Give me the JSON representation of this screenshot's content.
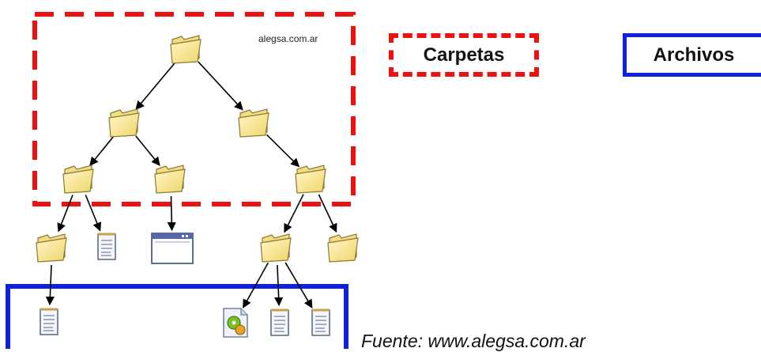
{
  "watermark": "alegsa.com.ar",
  "legend": {
    "carpetas": {
      "label": "Carpetas",
      "color": "#ee1111",
      "style": "dashed"
    },
    "archivos": {
      "label": "Archivos",
      "color": "#1020e0",
      "style": "solid"
    }
  },
  "source": "Fuente: www.alegsa.com.ar",
  "icons": {
    "folder": "folder-icon",
    "document": "document-icon",
    "window": "window-icon",
    "exe": "executable-icon"
  },
  "tree": {
    "nodes": [
      {
        "id": "root",
        "kind": "folder"
      },
      {
        "id": "f-left",
        "kind": "folder"
      },
      {
        "id": "f-right",
        "kind": "folder"
      },
      {
        "id": "f-ll",
        "kind": "folder"
      },
      {
        "id": "f-lm",
        "kind": "folder"
      },
      {
        "id": "f-rr",
        "kind": "folder"
      },
      {
        "id": "f-a",
        "kind": "folder"
      },
      {
        "id": "d-a",
        "kind": "document"
      },
      {
        "id": "w-a",
        "kind": "window"
      },
      {
        "id": "f-b",
        "kind": "folder"
      },
      {
        "id": "f-c",
        "kind": "folder"
      },
      {
        "id": "d-b",
        "kind": "document"
      },
      {
        "id": "x-a",
        "kind": "exe"
      },
      {
        "id": "d-c",
        "kind": "document"
      },
      {
        "id": "d-d",
        "kind": "document"
      }
    ],
    "edges": [
      [
        "root",
        "f-left"
      ],
      [
        "root",
        "f-right"
      ],
      [
        "f-left",
        "f-ll"
      ],
      [
        "f-left",
        "f-lm"
      ],
      [
        "f-right",
        "f-rr"
      ],
      [
        "f-ll",
        "f-a"
      ],
      [
        "f-ll",
        "d-a"
      ],
      [
        "f-lm",
        "w-a"
      ],
      [
        "f-rr",
        "f-b"
      ],
      [
        "f-rr",
        "f-c"
      ],
      [
        "f-a",
        "d-b"
      ],
      [
        "f-b",
        "x-a"
      ],
      [
        "f-b",
        "d-c"
      ],
      [
        "f-b",
        "d-d"
      ]
    ]
  }
}
